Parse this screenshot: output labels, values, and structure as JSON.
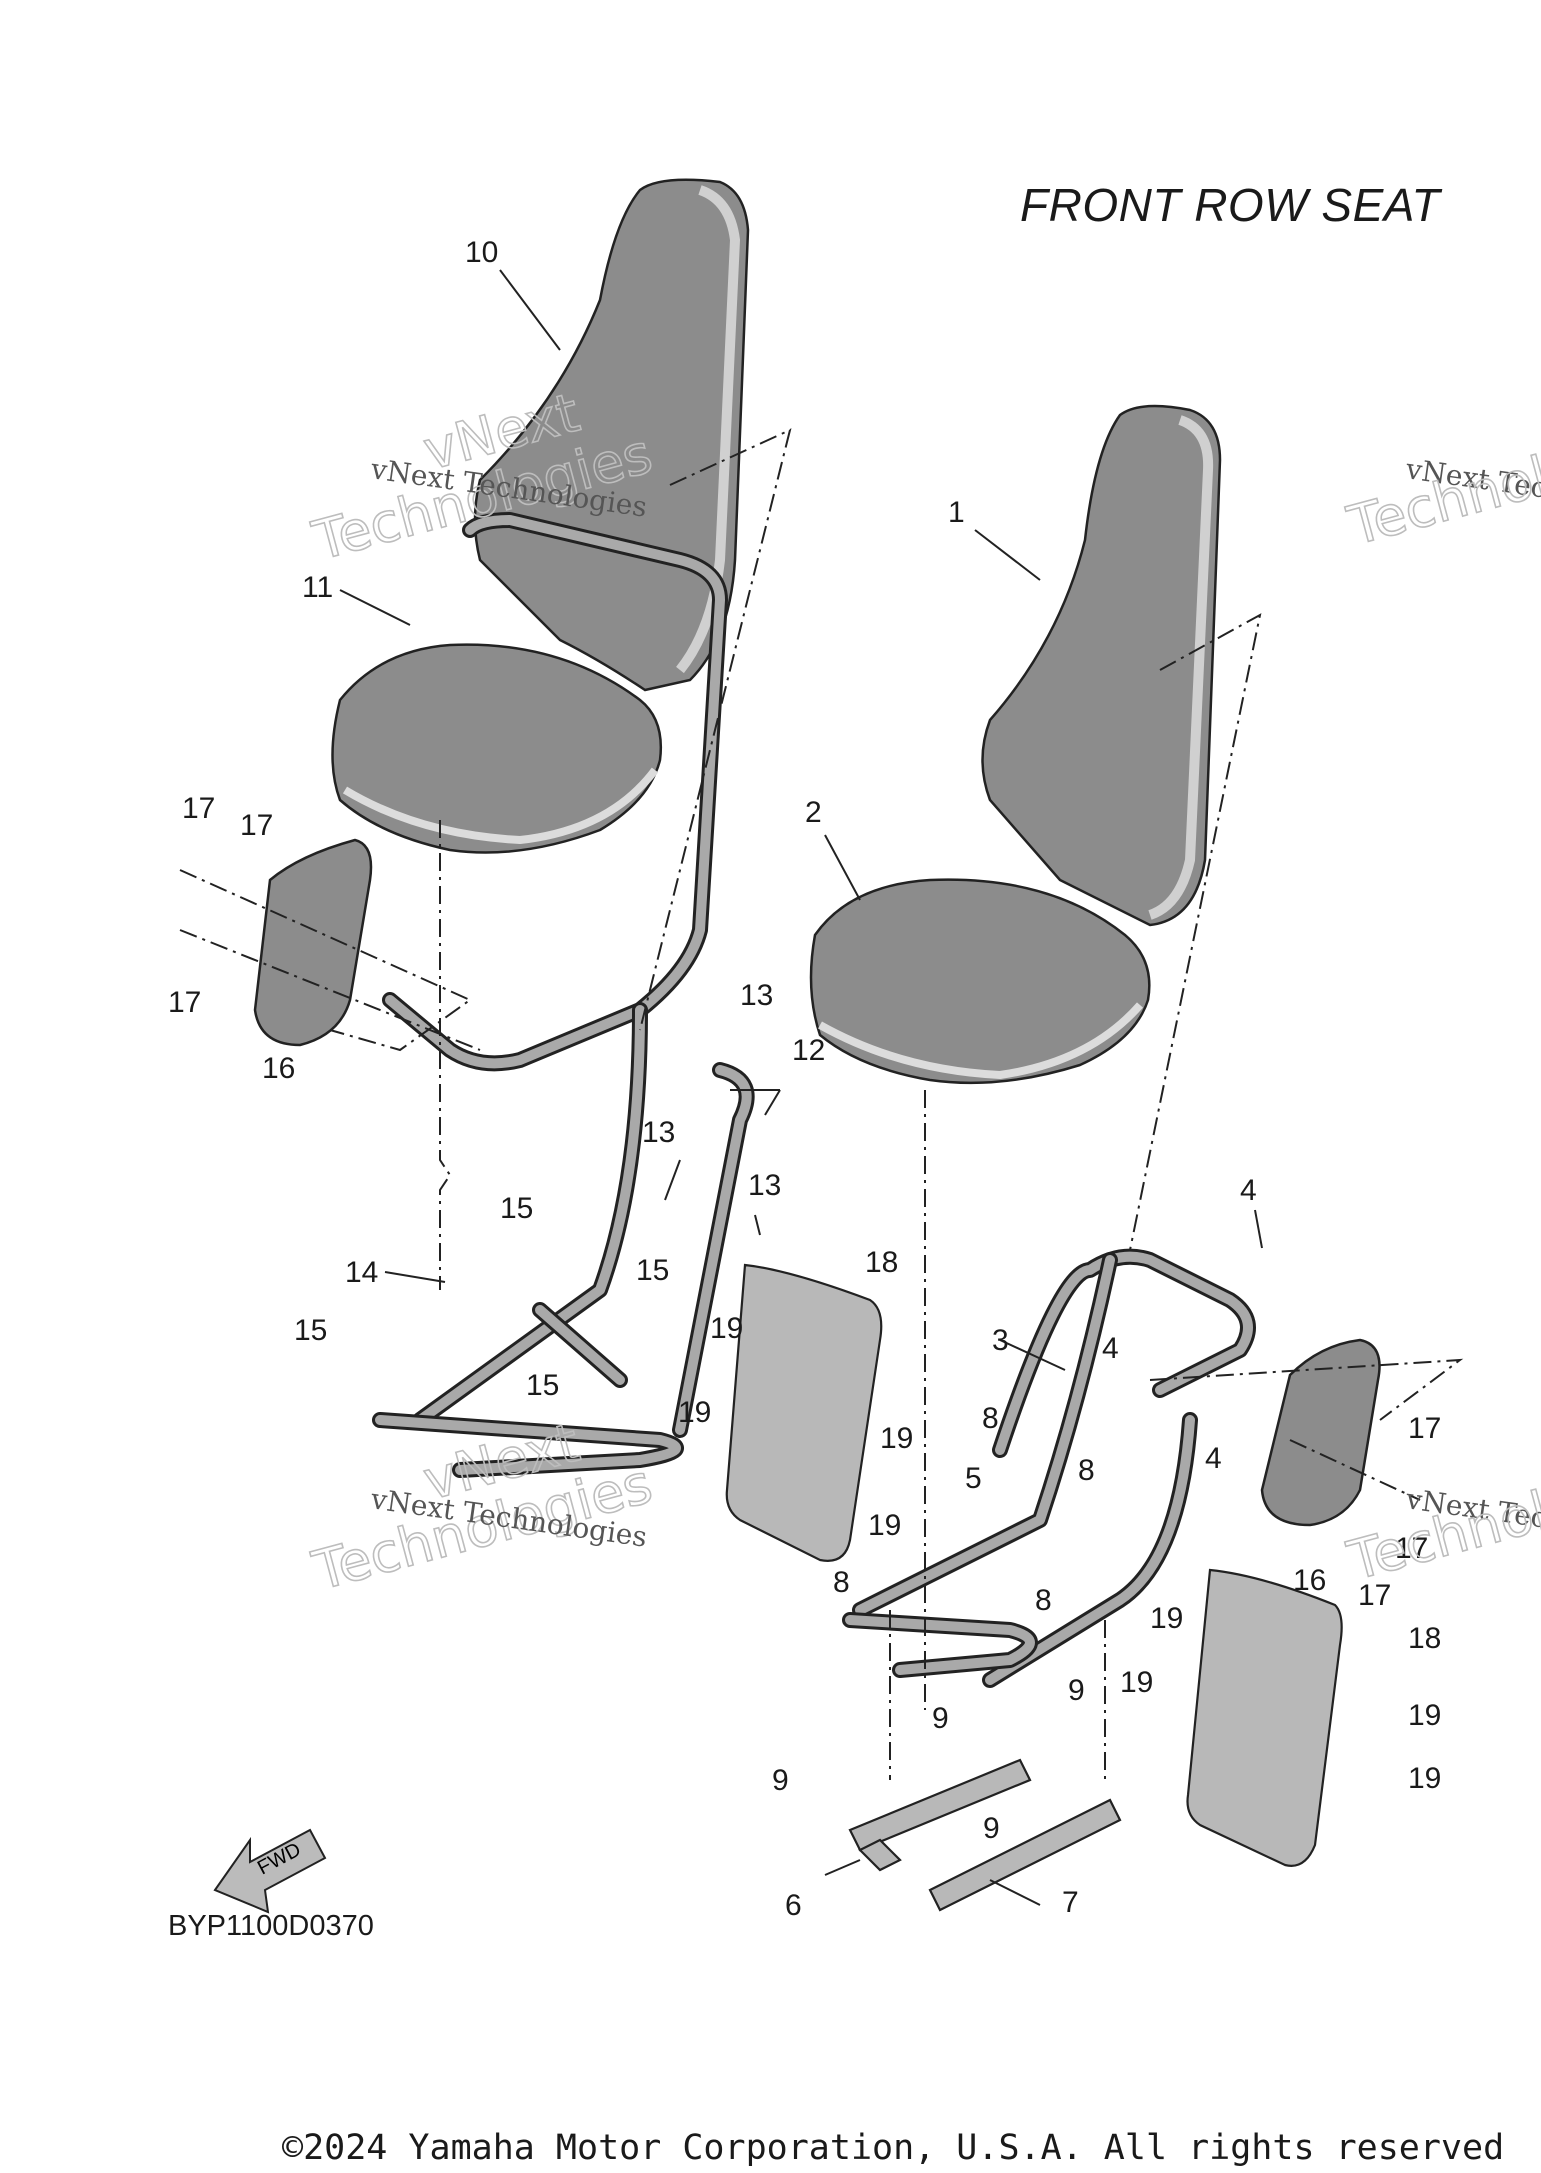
{
  "diagram": {
    "title": "FRONT ROW SEAT",
    "diagram_code": "BYP1100D0370",
    "copyright": "©2024 Yamaha Motor Corporation, U.S.A. All rights reserved",
    "fwd_label": "FWD",
    "watermark_script": "vNext Technologies",
    "watermark_outline_1": "vNext",
    "watermark_outline_2": "Technologies",
    "callouts": [
      "1",
      "2",
      "3",
      "4",
      "5",
      "6",
      "7",
      "8",
      "9",
      "10",
      "11",
      "12",
      "13",
      "14",
      "15",
      "16",
      "17",
      "18",
      "19"
    ]
  }
}
